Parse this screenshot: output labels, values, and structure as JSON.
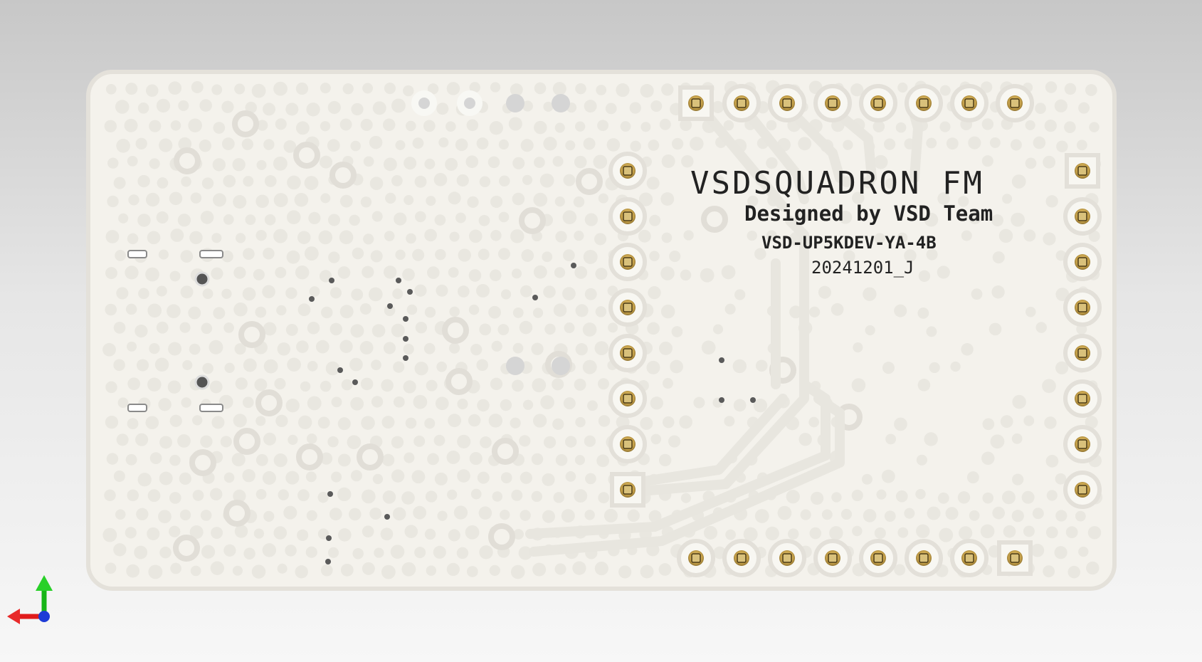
{
  "board": {
    "title": "VSDSQUADRON FM",
    "designer": "Designed by VSD Team",
    "part_number": "VSD-UP5KDEV-YA-4B",
    "revision": "20241201_J"
  },
  "colors": {
    "board_surface": "#f6f4ee",
    "board_edge": "#e9e6df",
    "pad_gold": "#c9a64f",
    "axis_x": "#e01b1b",
    "axis_y": "#17b517",
    "axis_z": "#1e3bd6"
  },
  "icons": {
    "axis_triad": "axis-triad-icon"
  }
}
